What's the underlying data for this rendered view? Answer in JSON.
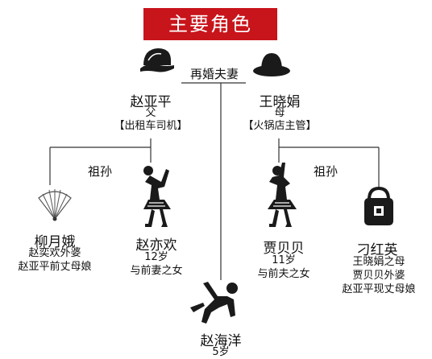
{
  "title": "主要角色",
  "relations": {
    "remarried": "再婚夫妻",
    "grandparent_left": "祖孙",
    "grandparent_right": "祖孙"
  },
  "people": {
    "zhao_yaping": {
      "name": "赵亚平",
      "role": "父",
      "job": "【出租车司机】",
      "icon": "cap-icon"
    },
    "wang_xiaojuan": {
      "name": "王晓娟",
      "role": "母",
      "job": "【火锅店主管】",
      "icon": "sun-hat-icon"
    },
    "liu_yue_e": {
      "name": "柳月娥",
      "desc1": "赵奕欢外婆",
      "desc2": "赵亚平前丈母娘",
      "icon": "fan-icon"
    },
    "zhao_yihuan": {
      "name": "赵亦欢",
      "age": "12岁",
      "desc": "与前妻之女",
      "icon": "dancer-icon"
    },
    "jia_beibei": {
      "name": "贾贝贝",
      "age": "11岁",
      "desc": "与前夫之女",
      "icon": "dancer-icon"
    },
    "diao_hongying": {
      "name": "刁红英",
      "desc1": "王晓娟之母",
      "desc2": "贾贝贝外婆",
      "desc3": "赵亚平现丈母娘",
      "icon": "handbag-icon"
    },
    "zhao_haiyang": {
      "name": "赵海洋",
      "age": "5岁",
      "icon": "falling-person-icon"
    }
  }
}
